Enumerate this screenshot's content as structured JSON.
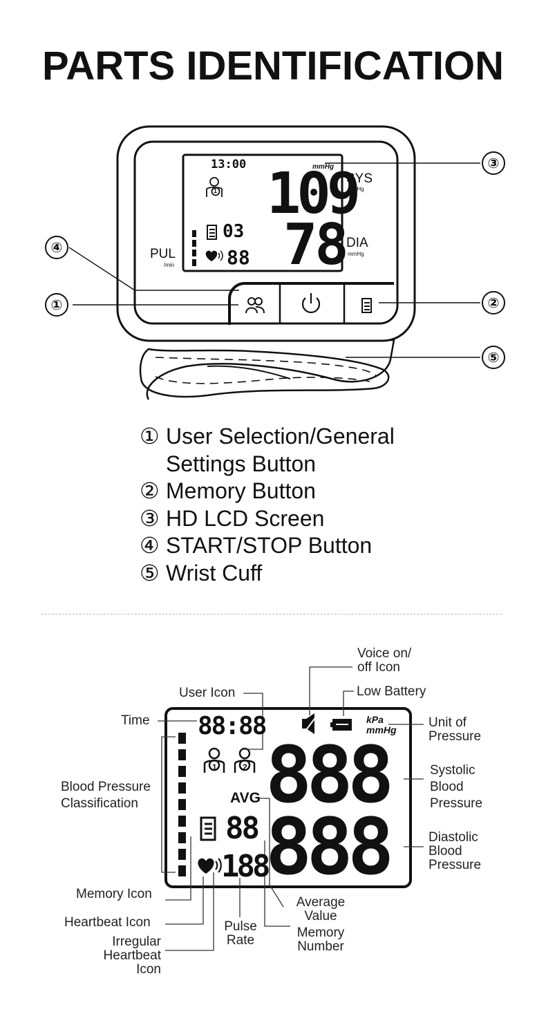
{
  "title": "PARTS IDENTIFICATION",
  "device": {
    "lcd_time": "13:00",
    "lcd_unit": "mmHg",
    "sys_value": "109",
    "dia_value": "78",
    "sys_label": "SYS",
    "sys_unit": "mmHg",
    "dia_label": "DIA",
    "dia_unit": "mmHg",
    "pul_label": "PUL",
    "pul_unit": "/min",
    "memory_number": "03",
    "pulse_value": "88",
    "user_number": "1",
    "callouts": [
      "③",
      "④",
      "①",
      "②",
      "⑤"
    ]
  },
  "parts": [
    {
      "num": "①",
      "lines": [
        "User Selection/General",
        "Settings Button"
      ]
    },
    {
      "num": "②",
      "lines": [
        "Memory Button"
      ]
    },
    {
      "num": "③",
      "lines": [
        "HD LCD Screen"
      ]
    },
    {
      "num": "④",
      "lines": [
        "START/STOP Button"
      ]
    },
    {
      "num": "⑤",
      "lines": [
        "Wrist Cuff"
      ]
    }
  ],
  "lcd_diagram": {
    "time_digits": "88:88",
    "avg": "AVG",
    "kpa": "kPa",
    "mmhg": "mmHg",
    "big_digits": "888",
    "memory_digits": "88",
    "pulse_digits": "188",
    "user1": "1",
    "user2": "2",
    "labels": {
      "voice": [
        "Voice on/",
        "off Icon"
      ],
      "user_icon": "User Icon",
      "low_battery": "Low Battery",
      "time": "Time",
      "unit": [
        "Unit of",
        "Pressure"
      ],
      "classification": [
        "Blood Pressure",
        "Classification"
      ],
      "systolic": [
        "Systolic",
        "Blood",
        "Pressure"
      ],
      "diastolic": [
        "Diastolic",
        "Blood",
        "Pressure"
      ],
      "memory_icon": "Memory Icon",
      "heartbeat_icon": "Heartbeat Icon",
      "irregular": [
        "Irregular",
        "Heartbeat",
        "Icon"
      ],
      "pulse_rate": [
        "Pulse",
        "Rate"
      ],
      "average": [
        "Average",
        "Value"
      ],
      "memory_number": [
        "Memory",
        "Number"
      ]
    }
  }
}
